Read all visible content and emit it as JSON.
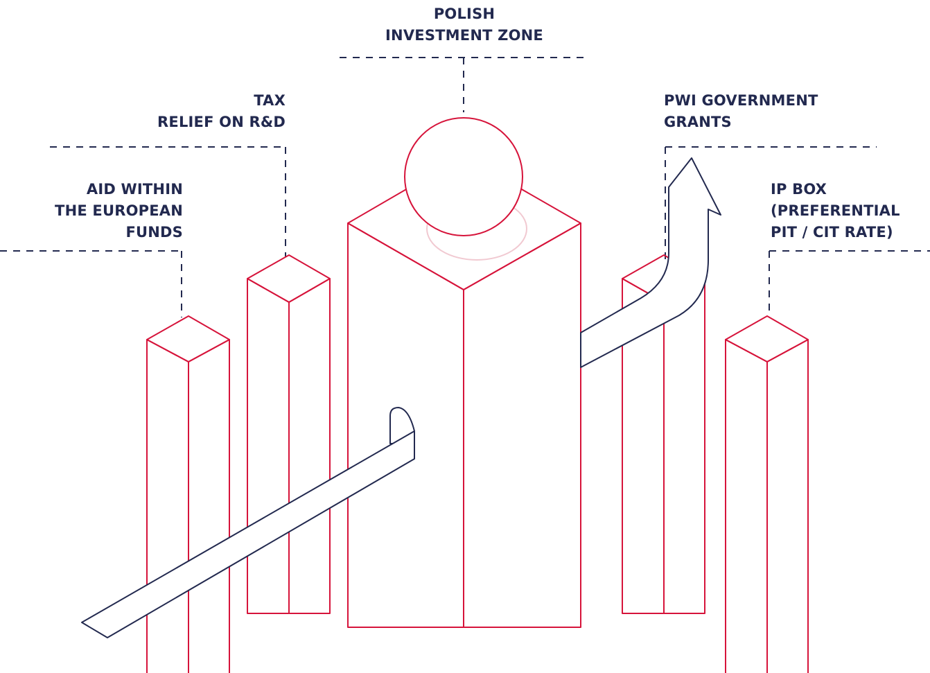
{
  "labels": {
    "polish_investment_zone": [
      "POLISH",
      "INVESTMENT ZONE"
    ],
    "tax_relief": [
      "TAX",
      "RELIEF ON R&D"
    ],
    "european_funds": [
      "AID WITHIN",
      "THE EUROPEAN",
      "FUNDS"
    ],
    "pwi_grants": [
      "PWI GOVERNMENT",
      "GRANTS"
    ],
    "ip_box": [
      "IP BOX",
      "(PREFERENTIAL",
      "PIT / CIT RATE)"
    ]
  },
  "colors": {
    "text": "#22294f",
    "pillar_outline": "#d6133a",
    "arrow_outline": "#22294f",
    "connector": "#22294f"
  }
}
